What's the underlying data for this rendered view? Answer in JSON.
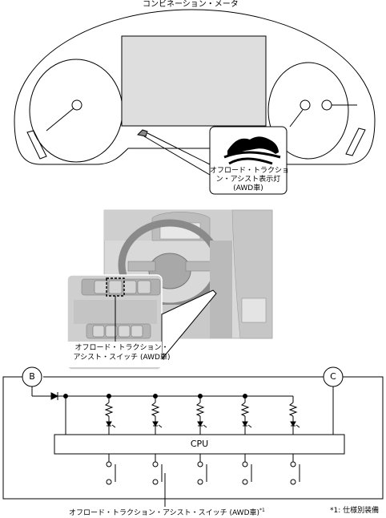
{
  "title": "コンビネーション・メータ",
  "indicator": {
    "label_line1": "オフロード・トラクショ",
    "label_line2": "ン・アシスト表示灯",
    "label_line3": "(AWD車)"
  },
  "switch_callout": {
    "label_line1": "オフロード・トラクション・",
    "label_line2": "アシスト・スイッチ (AWD車)"
  },
  "circuit": {
    "connector_left": "B",
    "connector_right": "C",
    "cpu_label": "CPU",
    "bottom_label": "オフロード・トラクション・アシスト・スイッチ (AWD車)",
    "bottom_label_sup": "*1"
  },
  "footnote": "*1: 仕様別装備",
  "colors": {
    "line": "#000000",
    "photo_bg": "#d9d9d9",
    "photo_dark": "#9a9a9a"
  }
}
